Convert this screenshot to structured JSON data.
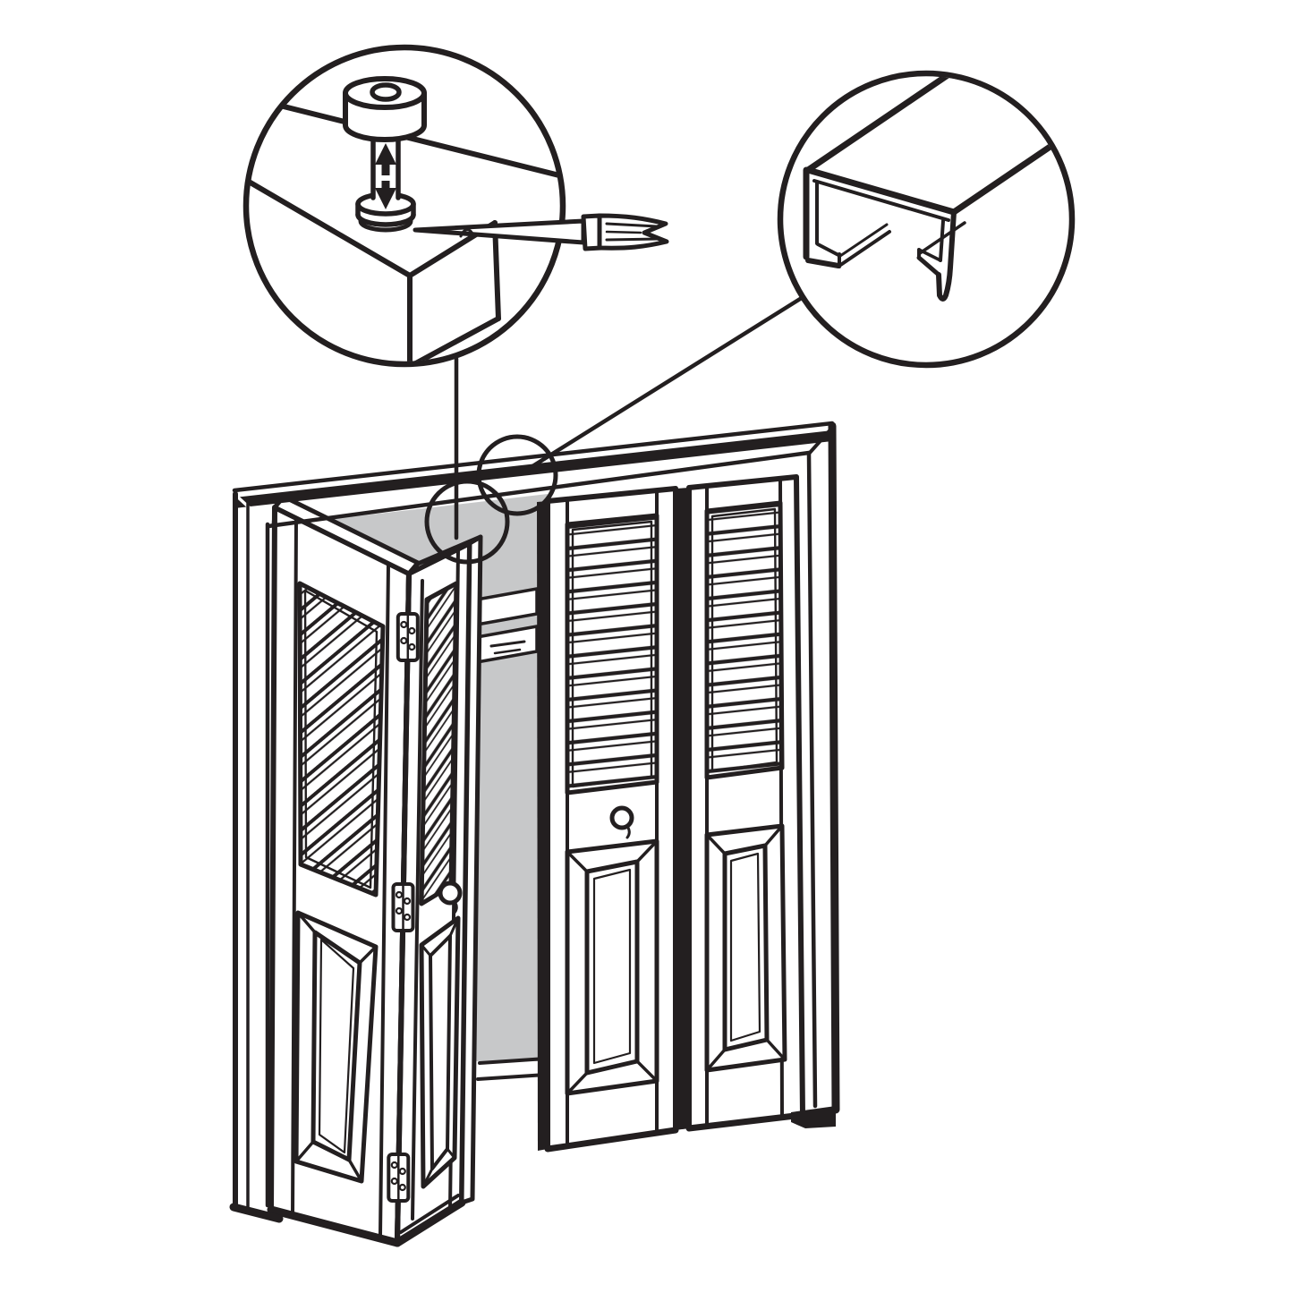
{
  "meta": {
    "title": "Bifold louvered closet door installation diagram",
    "description": "Black-and-white instruction line drawing: four-panel louvered bifold closet doors in a frame; left pair folded open showing shaded closet interior; two magnifier callouts show the adjustable top pivot pin turned with a screwdriver-style wrench and the overhead C-channel track profile."
  },
  "colors": {
    "line": "#231f20",
    "interior_gray": "#c7c8c9",
    "background": "#ffffff"
  },
  "callouts": {
    "pivot_detail": {
      "name": "top-pivot-pin-adjustment-callout",
      "parts": [
        "door-top-corner",
        "pivot-pin-cap",
        "pivot-pin-shaft",
        "pivot-washer",
        "up-down-adjustment-arrow",
        "spanner-screwdriver"
      ]
    },
    "track_detail": {
      "name": "overhead-track-callout",
      "parts": [
        "c-channel-track",
        "inturned-track-lips"
      ]
    },
    "markers": [
      "detail-source-circle-pivot",
      "detail-source-circle-track"
    ],
    "leader_lines": 2
  },
  "assembly": {
    "frame": [
      "head-jamb-with-track-band",
      "left-jamb",
      "right-jamb",
      "jamb-feet"
    ],
    "interior": [
      "shaded-closet-opening",
      "shelf-edge",
      "closet-rod",
      "floor-threshold"
    ],
    "open_pair": {
      "state": "folded-open",
      "leaves": 2,
      "hinges": 3,
      "knob": 1,
      "panels": [
        "louver-top",
        "raised-bottom"
      ]
    },
    "closed_pair": {
      "state": "closed",
      "leaves": 2,
      "knob": 1,
      "panels": [
        "louver-top",
        "raised-bottom"
      ]
    }
  }
}
